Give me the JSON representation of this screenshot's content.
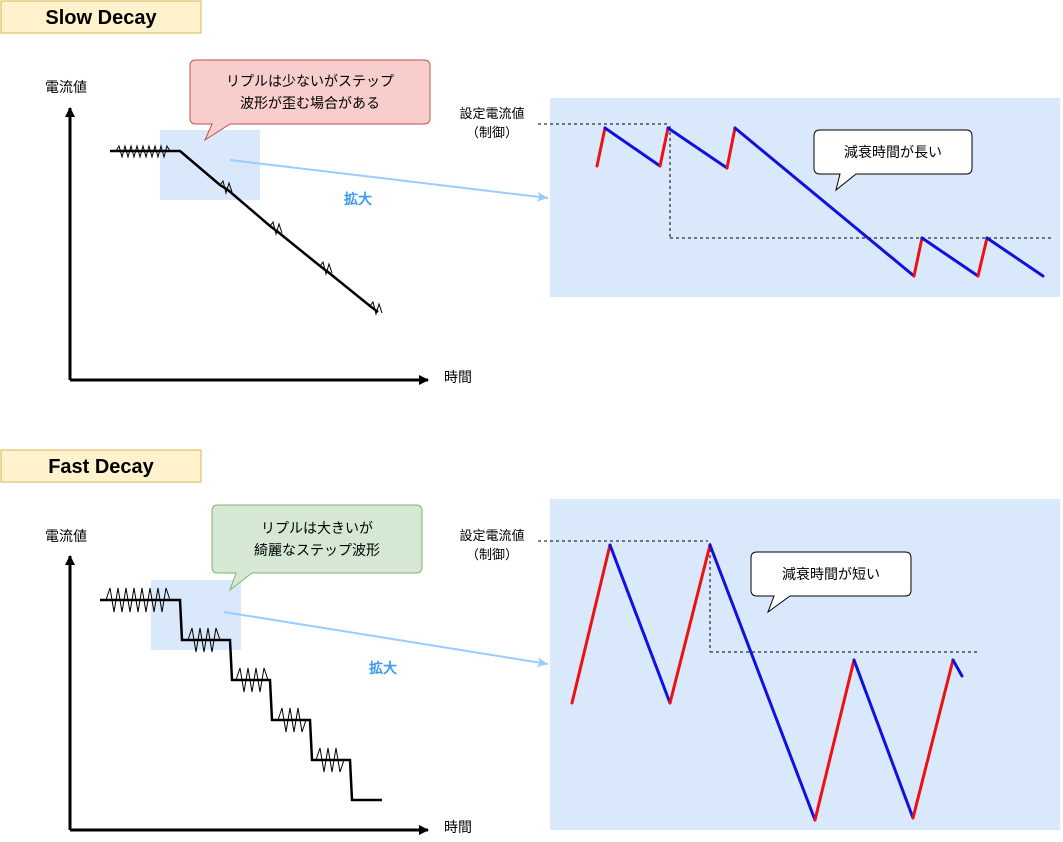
{
  "slow": {
    "title": "Slow Decay",
    "y_axis": "電流値",
    "x_axis": "時間",
    "callout": [
      "リプルは少ないがステップ",
      "波形が歪む場合がある"
    ],
    "zoom_label": "拡大",
    "setpoint": [
      "設定電流値",
      "（制御）"
    ],
    "decay_note": "減衰時間が長い"
  },
  "fast": {
    "title": "Fast Decay",
    "y_axis": "電流値",
    "x_axis": "時間",
    "callout": [
      "リプルは大きいが",
      "綺麗なステップ波形"
    ],
    "zoom_label": "拡大",
    "setpoint": [
      "設定電流値",
      "（制御）"
    ],
    "decay_note": "減衰時間が短い"
  },
  "colors": {
    "rise": "#ee1111",
    "decay": "#1111dd",
    "zoom_fill": "#dae8fc",
    "title_fill": "#fff2cc",
    "title_stroke": "#d6b656",
    "callout_slow_fill": "#f8cecc",
    "callout_slow_stroke": "#b85450",
    "callout_fast_fill": "#d5e8d4",
    "callout_fast_stroke": "#82b366",
    "arrow": "#99ccff"
  }
}
